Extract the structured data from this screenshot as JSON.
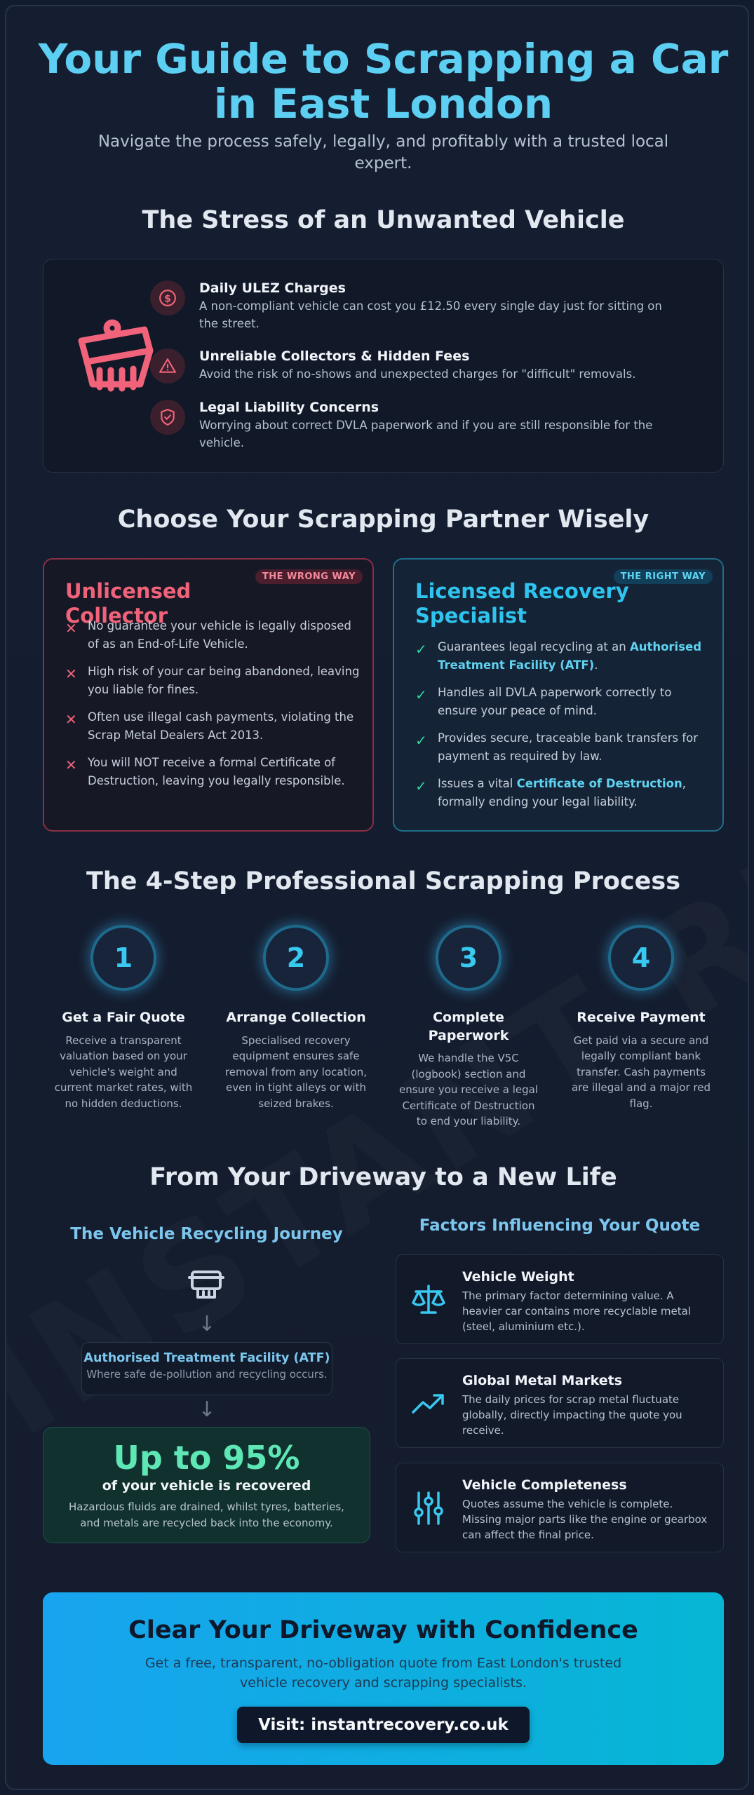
{
  "hero": {
    "title": "Your Guide to Scrapping a Car in East London",
    "subtitle": "Navigate the process safely, legally, and profitably with a trusted local expert."
  },
  "stress": {
    "title": "The Stress of an Unwanted Vehicle",
    "items": [
      {
        "icon": "dollar-icon",
        "head": "Daily ULEZ Charges",
        "text": "A non-compliant vehicle can cost you £12.50 every single day just for sitting on the street."
      },
      {
        "icon": "warning-icon",
        "head": "Unreliable Collectors & Hidden Fees",
        "text": "Avoid the risk of no-shows and unexpected charges for \"difficult\" removals."
      },
      {
        "icon": "shield-icon",
        "head": "Legal Liability Concerns",
        "text": "Worrying about correct DVLA paperwork and if you are still responsible for the vehicle."
      }
    ]
  },
  "compare": {
    "title": "Choose Your Scrapping Partner Wisely",
    "bad": {
      "badge": "THE WRONG WAY",
      "title": "Unlicensed Collector",
      "items": [
        "No guarantee your vehicle is legally disposed of as an End-of-Life Vehicle.",
        "High risk of your car being abandoned, leaving you liable for fines.",
        "Often use illegal cash payments, violating the Scrap Metal Dealers Act 2013.",
        "You will NOT receive a formal Certificate of Destruction, leaving you legally responsible."
      ]
    },
    "good": {
      "badge": "THE RIGHT WAY",
      "title": "Licensed Recovery Specialist",
      "item0_pre": "Guarantees legal recycling at an ",
      "item0_hl": "Authorised Treatment Facility (ATF)",
      "item0_post": ".",
      "item1": "Handles all DVLA paperwork correctly to ensure your peace of mind.",
      "item2": "Provides secure, traceable bank transfers for payment as required by law.",
      "item3_pre": "Issues a vital ",
      "item3_hl": "Certificate of Destruction",
      "item3_post": ", formally ending your legal liability."
    }
  },
  "steps": {
    "title": "The 4-Step Professional Scrapping Process",
    "items": [
      {
        "num": "1",
        "title": "Get a Fair Quote",
        "text": "Receive a transparent valuation based on your vehicle's weight and current market rates, with no hidden deductions."
      },
      {
        "num": "2",
        "title": "Arrange Collection",
        "text": "Specialised recovery equipment ensures safe removal from any location, even in tight alleys or with seized brakes."
      },
      {
        "num": "3",
        "title": "Complete Paperwork",
        "text": "We handle the V5C (logbook) section and ensure you receive a legal Certificate of Destruction to end your liability."
      },
      {
        "num": "4",
        "title": "Receive Payment",
        "text": "Get paid via a secure and legally compliant bank transfer. Cash payments are illegal and a major red flag."
      }
    ]
  },
  "journey": {
    "title": "From Your Driveway to a New Life",
    "sub_title": "The Vehicle Recycling Journey",
    "atf_title": "Authorised Treatment Facility (ATF)",
    "atf_sub": "Where safe de-pollution and recycling occurs.",
    "big": "Up to 95%",
    "mid": "of your vehicle is recovered",
    "small": "Hazardous fluids are drained, whilst tyres, batteries, and metals are recycled back into the economy."
  },
  "factors": {
    "title": "Factors Influencing Your Quote",
    "items": [
      {
        "icon": "scales-icon",
        "head": "Vehicle Weight",
        "text": "The primary factor determining value. A heavier car contains more recyclable metal (steel, aluminium etc.)."
      },
      {
        "icon": "trend-up-icon",
        "head": "Global Metal Markets",
        "text": "The daily prices for scrap metal fluctuate globally, directly impacting the quote you receive."
      },
      {
        "icon": "sliders-icon",
        "head": "Vehicle Completeness",
        "text": "Quotes assume the vehicle is complete. Missing major parts like the engine or gearbox can affect the final price."
      }
    ]
  },
  "cta": {
    "title": "Clear Your Driveway with Confidence",
    "text": "Get a free, transparent, no-obligation quote from East London's trusted vehicle recovery and scrapping specialists.",
    "button": "Visit: instantrecovery.co.uk"
  },
  "watermark": "INSTANT RECOVERY",
  "colors": {
    "accent": "#38c8f0",
    "danger": "#f0637a",
    "success": "#34d399",
    "background": "#131c2e"
  }
}
